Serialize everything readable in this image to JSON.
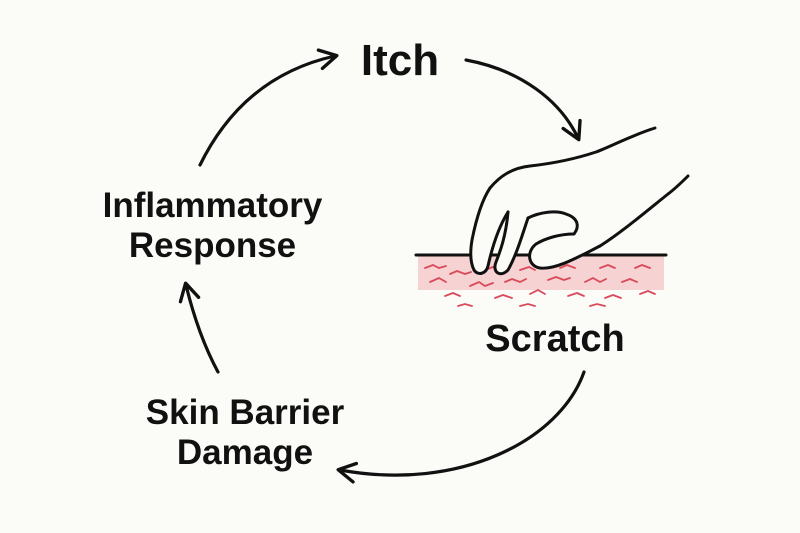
{
  "diagram": {
    "nodes": {
      "itch": "Itch",
      "scratch": "Scratch",
      "skin_barrier_damage": [
        "Skin Barrier",
        "Damage"
      ],
      "inflammatory_response": [
        "Inflammatory",
        "Response"
      ]
    },
    "edges": [
      {
        "from": "itch",
        "to": "scratch"
      },
      {
        "from": "scratch",
        "to": "skin_barrier_damage"
      },
      {
        "from": "skin_barrier_damage",
        "to": "inflammatory_response"
      },
      {
        "from": "inflammatory_response",
        "to": "itch"
      }
    ],
    "colors": {
      "ink": "#111111",
      "background": "#fbfbf8",
      "skin_band": "#f7d2d2",
      "irritation_marks": "#d94a5a"
    },
    "illustration": "hand-scratching-skin"
  }
}
